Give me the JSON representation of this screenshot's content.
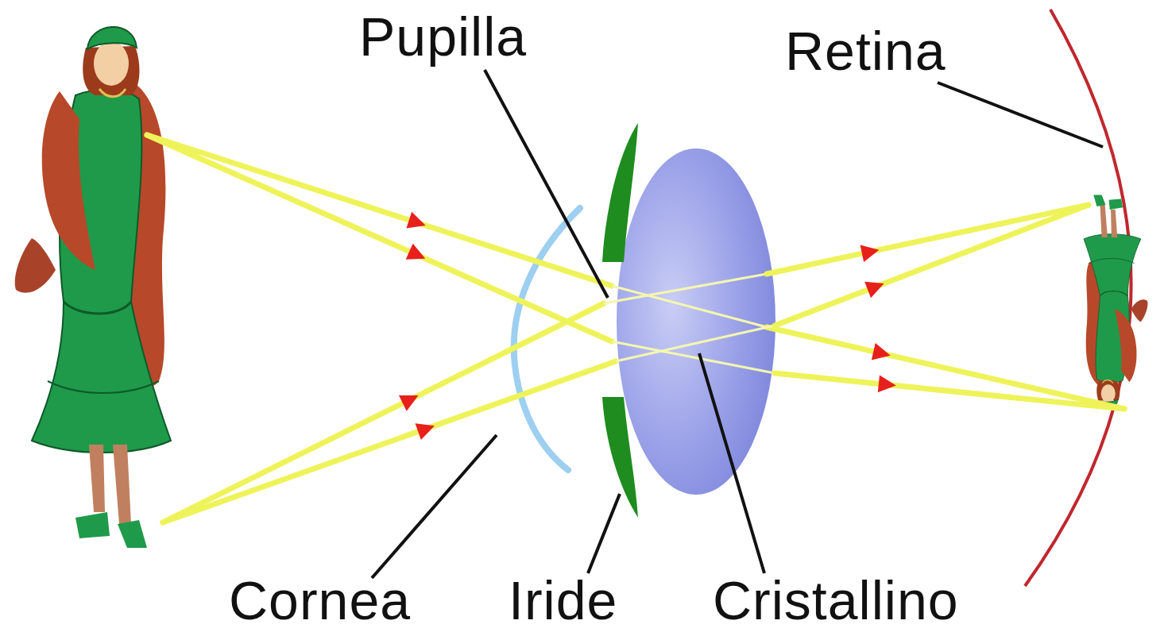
{
  "diagram": {
    "labels": [
      "Pupilla",
      "Retina",
      "Cornea",
      "Iride",
      "Cristallino"
    ]
  }
}
